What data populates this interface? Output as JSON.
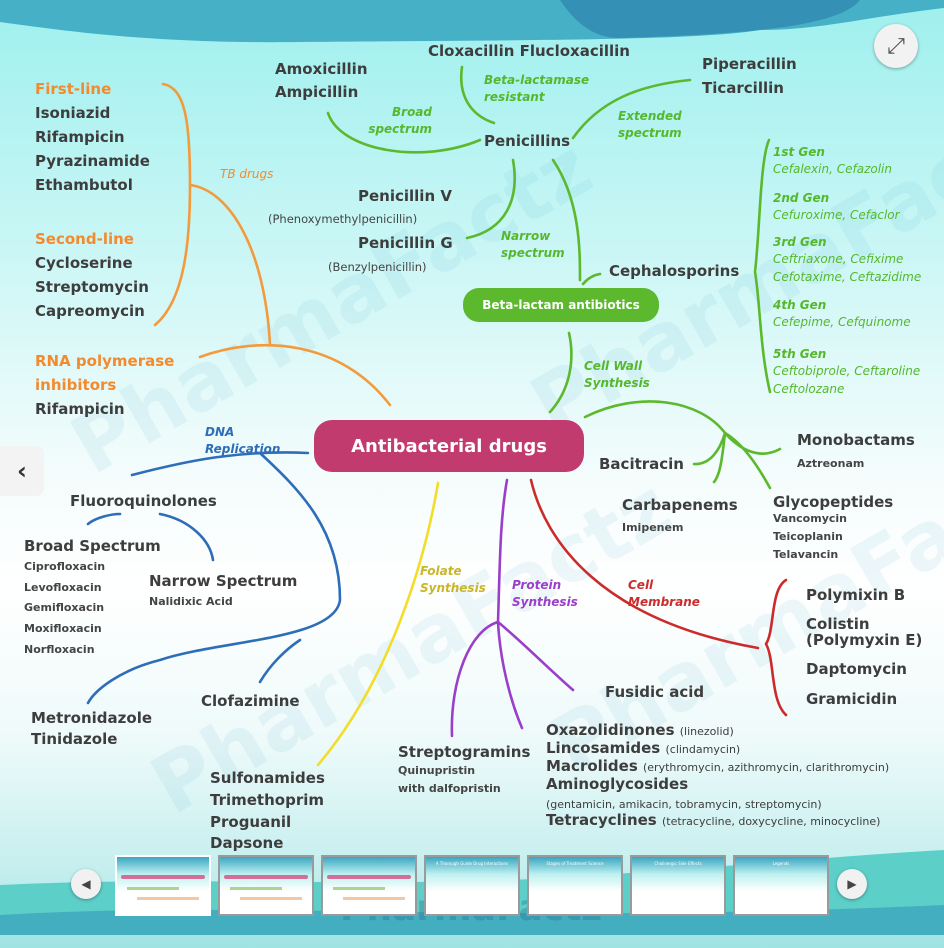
{
  "slide": {
    "watermark": "PharmaFactz",
    "center": "Antibacterial drugs",
    "beta_lactam": "Beta-lactam antibiotics",
    "tb": {
      "branch_label": "TB drugs",
      "first_line_title": "First-line",
      "first_line": [
        "Isoniazid",
        "Rifampicin",
        "Pyrazinamide",
        "Ethambutol"
      ],
      "second_line_title": "Second-line",
      "second_line": [
        "Cycloserine",
        "Streptomycin",
        "Capreomycin"
      ],
      "rna_title_1": "RNA polymerase",
      "rna_title_2": "inhibitors",
      "rna": [
        "Rifampicin"
      ]
    },
    "penicillins": {
      "title": "Penicillins",
      "broad_label": [
        "Broad",
        "spectrum"
      ],
      "broad": [
        "Amoxicillin",
        "Ampicillin"
      ],
      "resistant_label": [
        "Beta-lactamase",
        "resistant"
      ],
      "resistant": "Cloxacillin Flucloxacillin",
      "extended_label": [
        "Extended",
        "spectrum"
      ],
      "extended": [
        "Piperacillin",
        "Ticarcillin"
      ],
      "narrow_label": [
        "Narrow",
        "spectrum"
      ],
      "pen_v": "Penicillin V",
      "pen_v_note": "(Phenoxymethylpenicillin)",
      "pen_g": "Penicillin G",
      "pen_g_note": "(Benzylpenicillin)"
    },
    "cephalosporins": {
      "title": "Cephalosporins",
      "gens": [
        {
          "name": "1st Gen",
          "drugs": [
            "Cefalexin, Cefazolin"
          ]
        },
        {
          "name": "2nd Gen",
          "drugs": [
            "Cefuroxime, Cefaclor"
          ]
        },
        {
          "name": "3rd Gen",
          "drugs": [
            "Ceftriaxone, Cefixime",
            "Cefotaxime, Ceftazidime"
          ]
        },
        {
          "name": "4th Gen",
          "drugs": [
            "Cefepime, Cefquinome"
          ]
        },
        {
          "name": "5th Gen",
          "drugs": [
            "Ceftobiprole, Ceftaroline",
            "Ceftolozane"
          ]
        }
      ]
    },
    "cell_wall": {
      "label": [
        "Cell Wall",
        "Synthesis"
      ],
      "bacitracin": "Bacitracin",
      "carbapenems": "Carbapenems",
      "carbapenems_drug": "Imipenem",
      "monobactams": "Monobactams",
      "monobactams_drug": "Aztreonam",
      "glycopeptides": "Glycopeptides",
      "glycopeptides_drugs": [
        "Vancomycin",
        "Teicoplanin",
        "Telavancin"
      ]
    },
    "dna": {
      "label": [
        "DNA",
        "Replication"
      ],
      "fluoroquinolones": "Fluoroquinolones",
      "broad": "Broad Spectrum",
      "broad_drugs": [
        "Ciprofloxacin",
        "Levofloxacin",
        "Gemifloxacin",
        "Moxifloxacin",
        "Norfloxacin"
      ],
      "narrow": "Narrow Spectrum",
      "narrow_drug": "Nalidixic Acid",
      "clofazimine": "Clofazimine",
      "nitro": [
        "Metronidazole",
        "Tinidazole"
      ]
    },
    "folate": {
      "label": [
        "Folate",
        "Synthesis"
      ],
      "drugs": [
        "Sulfonamides",
        "Trimethoprim",
        "Proguanil",
        "Dapsone"
      ]
    },
    "protein": {
      "label": [
        "Protein",
        "Synthesis"
      ],
      "fusidic": "Fusidic acid",
      "streptogramins": "Streptogramins",
      "streptogramins_drugs": [
        "Quinupristin",
        "with dalfopristin"
      ],
      "classes": [
        {
          "name": "Oxazolidinones",
          "note": "(linezolid)"
        },
        {
          "name": "Lincosamides",
          "note": "(clindamycin)"
        },
        {
          "name": "Macrolides",
          "note": "(erythromycin, azithromycin, clarithromycin)"
        },
        {
          "name": "Aminoglycosides",
          "note": ""
        },
        {
          "name": "",
          "note": "(gentamicin, amikacin, tobramycin, streptomycin)"
        },
        {
          "name": "Tetracyclines",
          "note": "(tetracycline, doxycycline, minocycline)"
        }
      ]
    },
    "membrane": {
      "label": [
        "Cell",
        "Membrane"
      ],
      "drugs": [
        "Polymixin B",
        "Colistin",
        "(Polymyxin E)",
        "Daptomycin",
        "Gramicidin"
      ]
    }
  },
  "viewer": {
    "fullscreen_icon": "expand-arrows-icon",
    "prev_side_icon": "chevron-left-icon",
    "prev_icon": "triangle-left-icon",
    "next_icon": "triangle-right-icon",
    "prev_glyph": "◀",
    "next_glyph": "▶",
    "side_glyph": "‹",
    "fullscreen_glyph": "⤢",
    "thumbnails": [
      {
        "title": "",
        "active": true
      },
      {
        "title": "",
        "active": false
      },
      {
        "title": "",
        "active": false
      },
      {
        "title": "A Thorough Guide Drug Interactions",
        "active": false
      },
      {
        "title": "Stages of Treatment Science",
        "active": false
      },
      {
        "title": "Cholinergic Side Effects",
        "active": false
      },
      {
        "title": "Legends",
        "active": false
      }
    ],
    "brand": "PharmaFactz"
  }
}
